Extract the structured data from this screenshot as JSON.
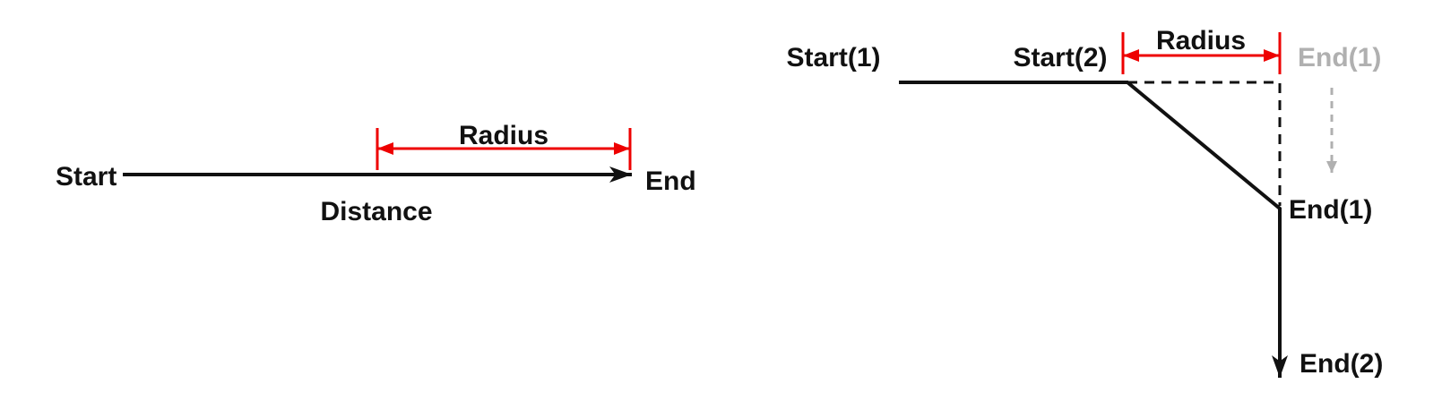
{
  "colors": {
    "background": "#ffffff",
    "line": "#111111",
    "accent_red": "#ee0000",
    "muted_gray": "#b0b0b0"
  },
  "left_diagram": {
    "start_label": "Start",
    "end_label": "End",
    "distance_label": "Distance",
    "radius_label": "Radius"
  },
  "right_diagram": {
    "start1_label": "Start(1)",
    "start2_label": "Start(2)",
    "radius_label": "Radius",
    "end1_ghost_label": "End(1)",
    "end1_label": "End(1)",
    "end2_label": "End(2)"
  }
}
